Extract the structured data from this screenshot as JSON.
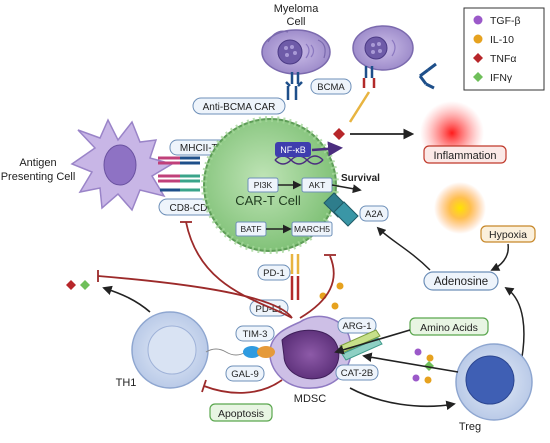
{
  "legend": {
    "items": [
      {
        "label": "TGF-β",
        "color": "#9b59c9",
        "shape": "circle"
      },
      {
        "label": "IL-10",
        "color": "#e6a21f",
        "shape": "circle"
      },
      {
        "label": "TNFα",
        "color": "#b7262a",
        "shape": "diamond"
      },
      {
        "label": "IFNγ",
        "color": "#6fbf5a",
        "shape": "diamond"
      }
    ]
  },
  "cells": {
    "myeloma_line1": "Myeloma",
    "myeloma_line2": "Cell",
    "apc_line1": "Antigen",
    "apc_line2": "Presenting Cell",
    "cart": "CAR-T Cell",
    "th1": "TH1",
    "mdsc": "MDSC",
    "treg": "Treg"
  },
  "labels": {
    "bcma": "BCMA",
    "anti_bcma_car": "Anti-BCMA CAR",
    "mhcii_tcr": "MHCII-TCR",
    "cd8_cd28": "CD8-CD28",
    "nfkb": "NF-κB",
    "pi3k": "PI3K",
    "akt": "AKT",
    "survival": "Survival",
    "batf": "BATF",
    "march5": "MARCH5",
    "a2a": "A2A",
    "inflammation": "Inflammation",
    "hypoxia": "Hypoxia",
    "adenosine": "Adenosine",
    "pd1": "PD-1",
    "pdl1": "PD-L1",
    "arg1": "ARG-1",
    "amino_acids": "Amino Acids",
    "tim3": "TIM-3",
    "gal9": "GAL-9",
    "cat2b": "CAT-2B",
    "apoptosis": "Apoptosis"
  },
  "colors": {
    "inhibit": "#9c2a2a",
    "activate": "#222222",
    "cart_fill": "#8fc98a",
    "cart_inner": "#6fb26a",
    "label_border": "#6d8fb8",
    "label_fill": "#eef4fb",
    "red_box": "#c0392b",
    "orange_box": "#c7882a",
    "green_box": "#5aa64e"
  }
}
